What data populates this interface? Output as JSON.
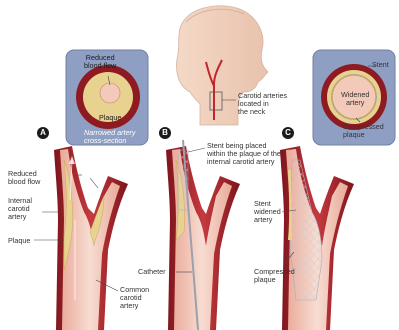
{
  "colors": {
    "artery_wall": "#a8232a",
    "lumen": "#f3c9b9",
    "plaque": "#e8d28f",
    "inset_panel": "#8f9fc4",
    "stent": "#c9ccd4"
  },
  "panels": {
    "a": {
      "badge": "A",
      "inset_labels": {
        "reduced": "Reduced\nblood flow",
        "plaque": "Plaque",
        "caption": "Narrowed artery\ncross-section"
      },
      "labels": {
        "reduced_flow": "Reduced\nblood flow",
        "internal_carotid": "Internal\ncarotid\nartery",
        "plaque": "Plaque",
        "common_carotid": "Common\ncarotid\nartery"
      }
    },
    "b": {
      "badge": "B",
      "labels": {
        "stent_placed": "Stent being placed\nwithin the plaque of the\ninternal carotid artery",
        "catheter": "Catheter"
      }
    },
    "c": {
      "badge": "C",
      "inset_labels": {
        "stent": "Stent",
        "widened": "Widened\nartery",
        "compressed": "Compressed\nplaque"
      },
      "labels": {
        "stent_widened": "Stent\nwidened\nartery",
        "compressed_plaque": "Compressed\nplaque"
      }
    }
  },
  "head": {
    "label": "Carotid arteries\nlocated in\nthe neck"
  }
}
